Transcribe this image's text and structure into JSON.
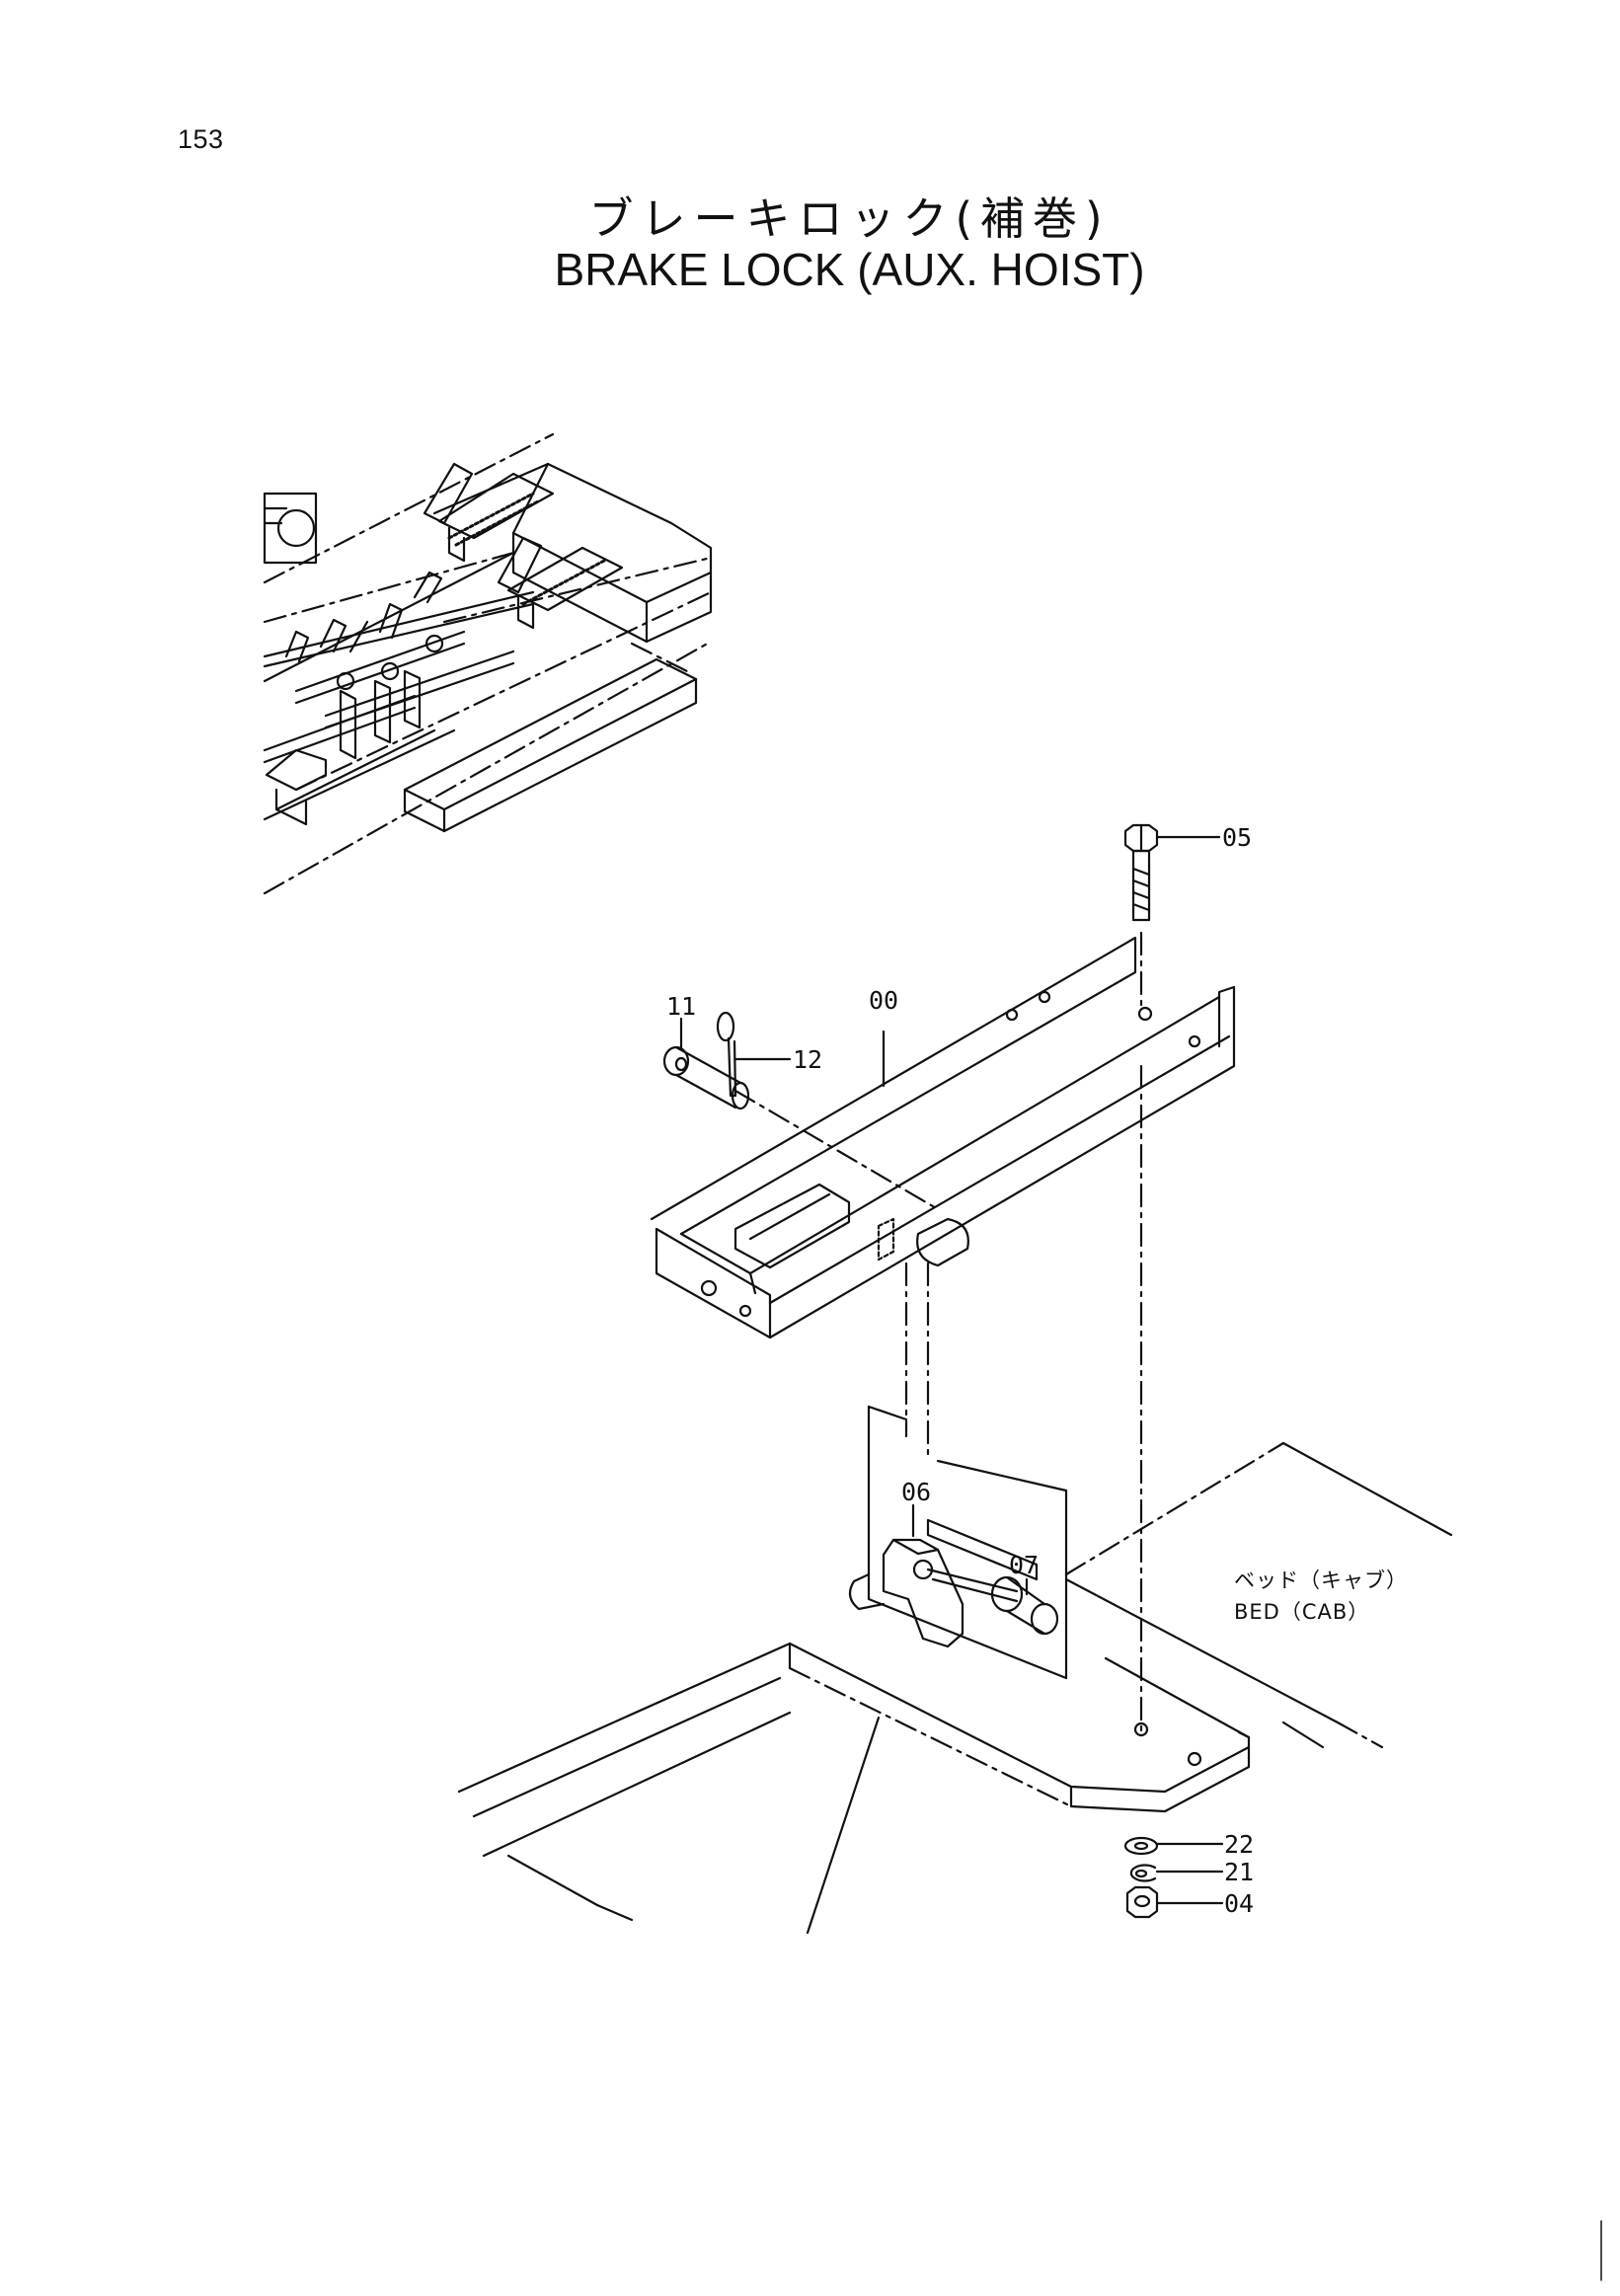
{
  "page": {
    "number": "153",
    "title_jp": "ブレーキロック(補巻)",
    "title_en": "BRAKE LOCK (AUX. HOIST)"
  },
  "callouts": {
    "c05": "05",
    "c00": "00",
    "c11": "11",
    "c12": "12",
    "c06": "06",
    "c07": "07",
    "c22": "22",
    "c21": "21",
    "c04": "04"
  },
  "bed_label": {
    "jp": "ベッド（キャブ）",
    "en": "BED（CAB）"
  }
}
